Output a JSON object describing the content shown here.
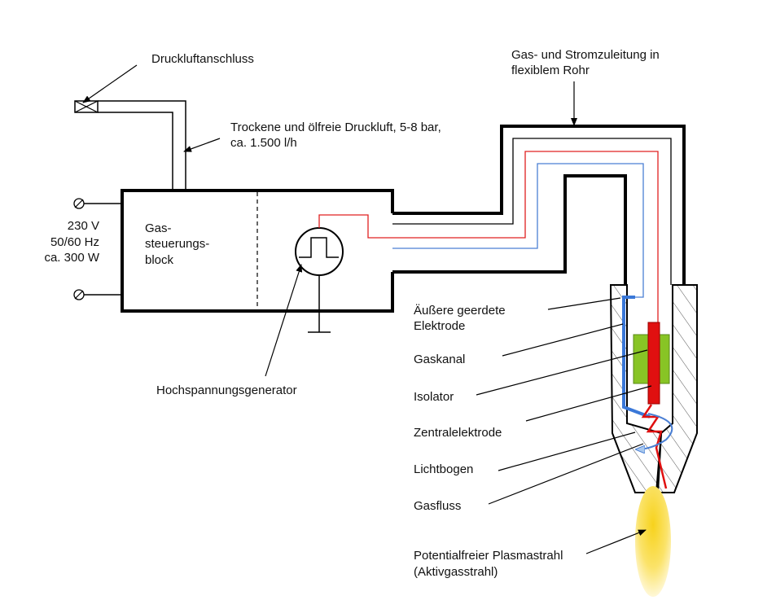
{
  "labels": {
    "druckluftanschluss": "Druckluftanschluss",
    "druckluft_line1": "Trockene und ölfreie Druckluft, 5-8 bar,",
    "druckluft_line2": "ca. 1.500 l/h",
    "zuleitung_line1": "Gas- und Stromzuleitung in",
    "zuleitung_line2": "flexiblem Rohr",
    "power_voltage": "230 V",
    "power_freq": "50/60 Hz",
    "power_watt": "ca. 300 W",
    "block_line1": "Gas-",
    "block_line2": "steuerungs-",
    "block_line3": "block",
    "hv_generator": "Hochspannungsgenerator",
    "outer_electrode_line1": "Äußere geerdete",
    "outer_electrode_line2": "Elektrode",
    "gaskanal": "Gaskanal",
    "isolator": "Isolator",
    "zentralelektrode": "Zentralelektrode",
    "lichtbogen": "Lichtbogen",
    "gasfluss": "Gasfluss",
    "plasma_line1": "Potentialfreier Plasmastrahl",
    "plasma_line2": "(Aktivgasstrahl)"
  },
  "colors": {
    "line": "#000000",
    "red_wire": "#e02020",
    "blue_wire": "#4a7fd4",
    "isolator": "#88c425",
    "electrode": "#e01010",
    "plasma_core": "#f7d21c",
    "plasma_edge": "#fff8d8"
  }
}
